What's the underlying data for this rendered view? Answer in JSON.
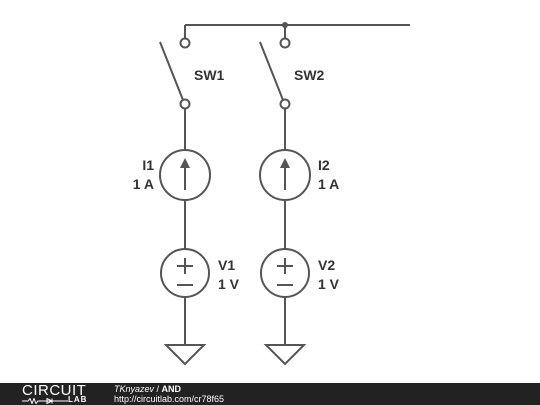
{
  "schematic": {
    "components": [
      {
        "id": "SW1",
        "type": "switch",
        "name": "SW1"
      },
      {
        "id": "SW2",
        "type": "switch",
        "name": "SW2"
      },
      {
        "id": "I1",
        "type": "current-source",
        "name": "I1",
        "value": "1 A"
      },
      {
        "id": "I2",
        "type": "current-source",
        "name": "I2",
        "value": "1 A"
      },
      {
        "id": "V1",
        "type": "voltage-source",
        "name": "V1",
        "value": "1 V"
      },
      {
        "id": "V2",
        "type": "voltage-source",
        "name": "V2",
        "value": "1 V"
      }
    ]
  },
  "footer": {
    "logo_big": "CIRCUIT",
    "logo_small": "LAB",
    "author": "TKnyazev",
    "separator": " / ",
    "title": "AND",
    "url": "http://circuitlab.com/cr78f65"
  },
  "colors": {
    "wire": "#555555",
    "label": "#333333",
    "footer_bg": "#222222",
    "footer_text": "#ffffff"
  }
}
